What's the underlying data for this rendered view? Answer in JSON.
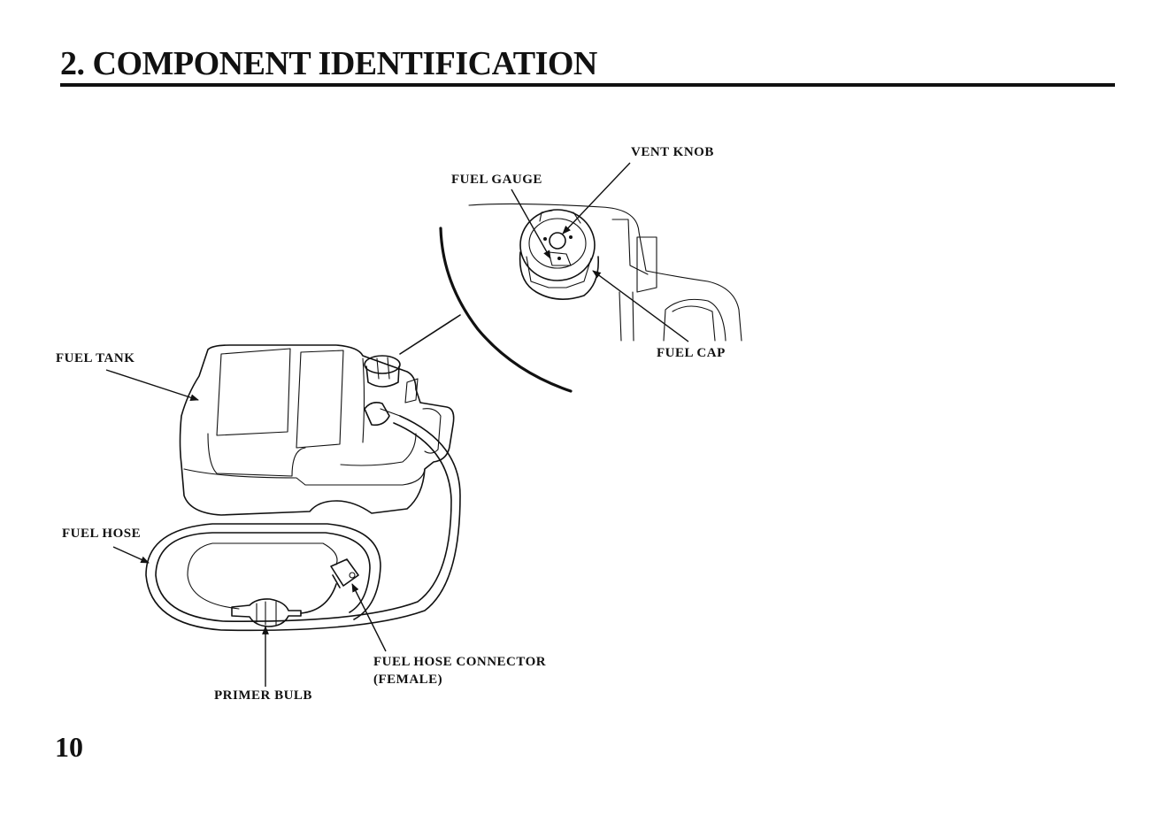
{
  "header": {
    "title": "2. COMPONENT IDENTIFICATION"
  },
  "labels": {
    "vent_knob": "VENT KNOB",
    "fuel_gauge": "FUEL GAUGE",
    "fuel_tank": "FUEL TANK",
    "fuel_cap": "FUEL CAP",
    "fuel_hose": "FUEL HOSE",
    "fuel_hose_connector": "FUEL HOSE CONNECTOR",
    "connector_female": "(FEMALE)",
    "primer_bulb": "PRIMER BULB"
  },
  "footer": {
    "page_number": "10"
  }
}
